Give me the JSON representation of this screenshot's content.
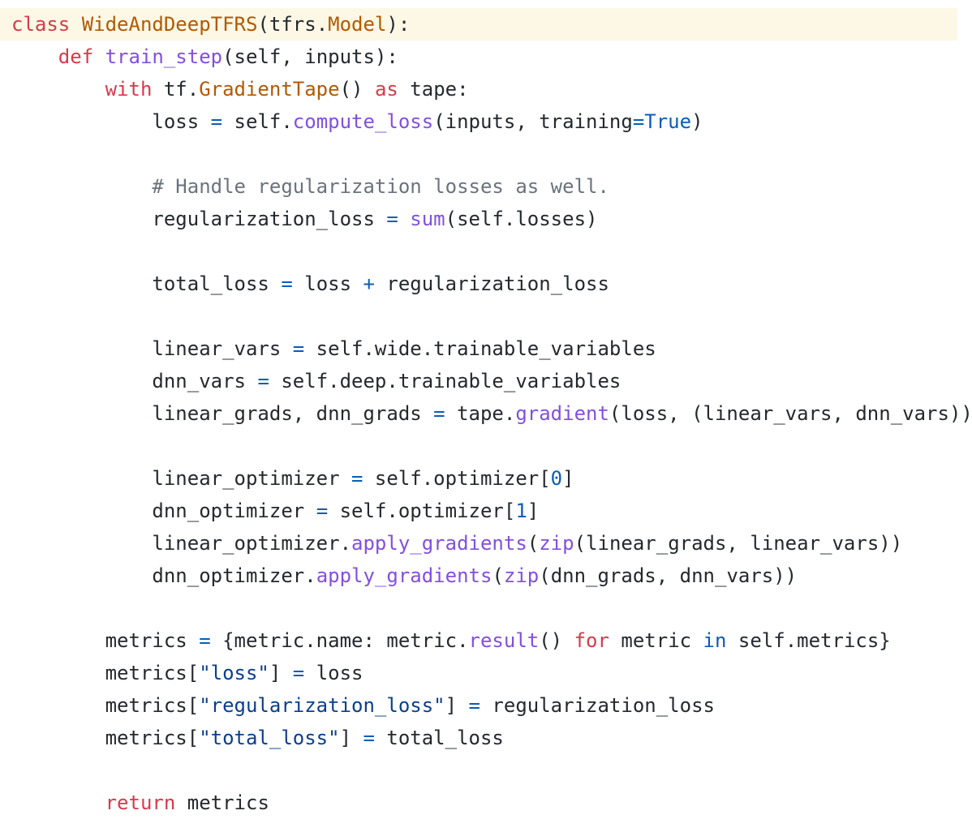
{
  "editor": {
    "colors": {
      "background": "#ffffff",
      "current_line": "#fdf8e6",
      "text": "#24292e",
      "keyword": "#d73a49",
      "class": "#b35900",
      "func": "#8250df",
      "const": "#0a5cb8",
      "op": "#0a5cb8",
      "string": "#0b3f8a",
      "comment": "#6a737d"
    },
    "lines": [
      {
        "current": true,
        "tokens": [
          {
            "t": "keyword",
            "v": "class"
          },
          {
            "t": "text",
            "v": " "
          },
          {
            "t": "class",
            "v": "WideAndDeepTFRS"
          },
          {
            "t": "text",
            "v": "(tfrs."
          },
          {
            "t": "class",
            "v": "Model"
          },
          {
            "t": "text",
            "v": "):"
          }
        ]
      },
      {
        "tokens": [
          {
            "t": "text",
            "v": "    "
          },
          {
            "t": "keyword",
            "v": "def"
          },
          {
            "t": "text",
            "v": " "
          },
          {
            "t": "func",
            "v": "train_step"
          },
          {
            "t": "text",
            "v": "(self, inputs):"
          }
        ]
      },
      {
        "tokens": [
          {
            "t": "text",
            "v": "        "
          },
          {
            "t": "keyword",
            "v": "with"
          },
          {
            "t": "text",
            "v": " tf."
          },
          {
            "t": "class",
            "v": "GradientTape"
          },
          {
            "t": "text",
            "v": "() "
          },
          {
            "t": "keyword",
            "v": "as"
          },
          {
            "t": "text",
            "v": " tape:"
          }
        ]
      },
      {
        "tokens": [
          {
            "t": "text",
            "v": "            loss "
          },
          {
            "t": "op",
            "v": "="
          },
          {
            "t": "text",
            "v": " self."
          },
          {
            "t": "func",
            "v": "compute_loss"
          },
          {
            "t": "text",
            "v": "(inputs, training"
          },
          {
            "t": "op",
            "v": "="
          },
          {
            "t": "const",
            "v": "True"
          },
          {
            "t": "text",
            "v": ")"
          }
        ]
      },
      {
        "tokens": []
      },
      {
        "tokens": [
          {
            "t": "text",
            "v": "            "
          },
          {
            "t": "comment",
            "v": "# Handle regularization losses as well."
          }
        ]
      },
      {
        "tokens": [
          {
            "t": "text",
            "v": "            regularization_loss "
          },
          {
            "t": "op",
            "v": "="
          },
          {
            "t": "text",
            "v": " "
          },
          {
            "t": "func",
            "v": "sum"
          },
          {
            "t": "text",
            "v": "(self.losses)"
          }
        ]
      },
      {
        "tokens": []
      },
      {
        "tokens": [
          {
            "t": "text",
            "v": "            total_loss "
          },
          {
            "t": "op",
            "v": "="
          },
          {
            "t": "text",
            "v": " loss "
          },
          {
            "t": "op",
            "v": "+"
          },
          {
            "t": "text",
            "v": " regularization_loss"
          }
        ]
      },
      {
        "tokens": []
      },
      {
        "tokens": [
          {
            "t": "text",
            "v": "            linear_vars "
          },
          {
            "t": "op",
            "v": "="
          },
          {
            "t": "text",
            "v": " self.wide.trainable_variables"
          }
        ]
      },
      {
        "tokens": [
          {
            "t": "text",
            "v": "            dnn_vars "
          },
          {
            "t": "op",
            "v": "="
          },
          {
            "t": "text",
            "v": " self.deep.trainable_variables"
          }
        ]
      },
      {
        "tokens": [
          {
            "t": "text",
            "v": "            linear_grads, dnn_grads "
          },
          {
            "t": "op",
            "v": "="
          },
          {
            "t": "text",
            "v": " tape."
          },
          {
            "t": "func",
            "v": "gradient"
          },
          {
            "t": "text",
            "v": "(loss, (linear_vars, dnn_vars))"
          }
        ]
      },
      {
        "tokens": []
      },
      {
        "tokens": [
          {
            "t": "text",
            "v": "            linear_optimizer "
          },
          {
            "t": "op",
            "v": "="
          },
          {
            "t": "text",
            "v": " self.optimizer["
          },
          {
            "t": "const",
            "v": "0"
          },
          {
            "t": "text",
            "v": "]"
          }
        ]
      },
      {
        "tokens": [
          {
            "t": "text",
            "v": "            dnn_optimizer "
          },
          {
            "t": "op",
            "v": "="
          },
          {
            "t": "text",
            "v": " self.optimizer["
          },
          {
            "t": "const",
            "v": "1"
          },
          {
            "t": "text",
            "v": "]"
          }
        ]
      },
      {
        "tokens": [
          {
            "t": "text",
            "v": "            linear_optimizer."
          },
          {
            "t": "func",
            "v": "apply_gradients"
          },
          {
            "t": "text",
            "v": "("
          },
          {
            "t": "func",
            "v": "zip"
          },
          {
            "t": "text",
            "v": "(linear_grads, linear_vars))"
          }
        ]
      },
      {
        "tokens": [
          {
            "t": "text",
            "v": "            dnn_optimizer."
          },
          {
            "t": "func",
            "v": "apply_gradients"
          },
          {
            "t": "text",
            "v": "("
          },
          {
            "t": "func",
            "v": "zip"
          },
          {
            "t": "text",
            "v": "(dnn_grads, dnn_vars))"
          }
        ]
      },
      {
        "tokens": []
      },
      {
        "tokens": [
          {
            "t": "text",
            "v": "        metrics "
          },
          {
            "t": "op",
            "v": "="
          },
          {
            "t": "text",
            "v": " {metric.name: metric."
          },
          {
            "t": "func",
            "v": "result"
          },
          {
            "t": "text",
            "v": "() "
          },
          {
            "t": "keyword",
            "v": "for"
          },
          {
            "t": "text",
            "v": " metric "
          },
          {
            "t": "const",
            "v": "in"
          },
          {
            "t": "text",
            "v": " self.metrics}"
          }
        ]
      },
      {
        "tokens": [
          {
            "t": "text",
            "v": "        metrics["
          },
          {
            "t": "string",
            "v": "\"loss\""
          },
          {
            "t": "text",
            "v": "] "
          },
          {
            "t": "op",
            "v": "="
          },
          {
            "t": "text",
            "v": " loss"
          }
        ]
      },
      {
        "tokens": [
          {
            "t": "text",
            "v": "        metrics["
          },
          {
            "t": "string",
            "v": "\"regularization_loss\""
          },
          {
            "t": "text",
            "v": "] "
          },
          {
            "t": "op",
            "v": "="
          },
          {
            "t": "text",
            "v": " regularization_loss"
          }
        ]
      },
      {
        "tokens": [
          {
            "t": "text",
            "v": "        metrics["
          },
          {
            "t": "string",
            "v": "\"total_loss\""
          },
          {
            "t": "text",
            "v": "] "
          },
          {
            "t": "op",
            "v": "="
          },
          {
            "t": "text",
            "v": " total_loss"
          }
        ]
      },
      {
        "tokens": []
      },
      {
        "tokens": [
          {
            "t": "text",
            "v": "        "
          },
          {
            "t": "keyword",
            "v": "return"
          },
          {
            "t": "text",
            "v": " metrics"
          }
        ]
      }
    ]
  }
}
